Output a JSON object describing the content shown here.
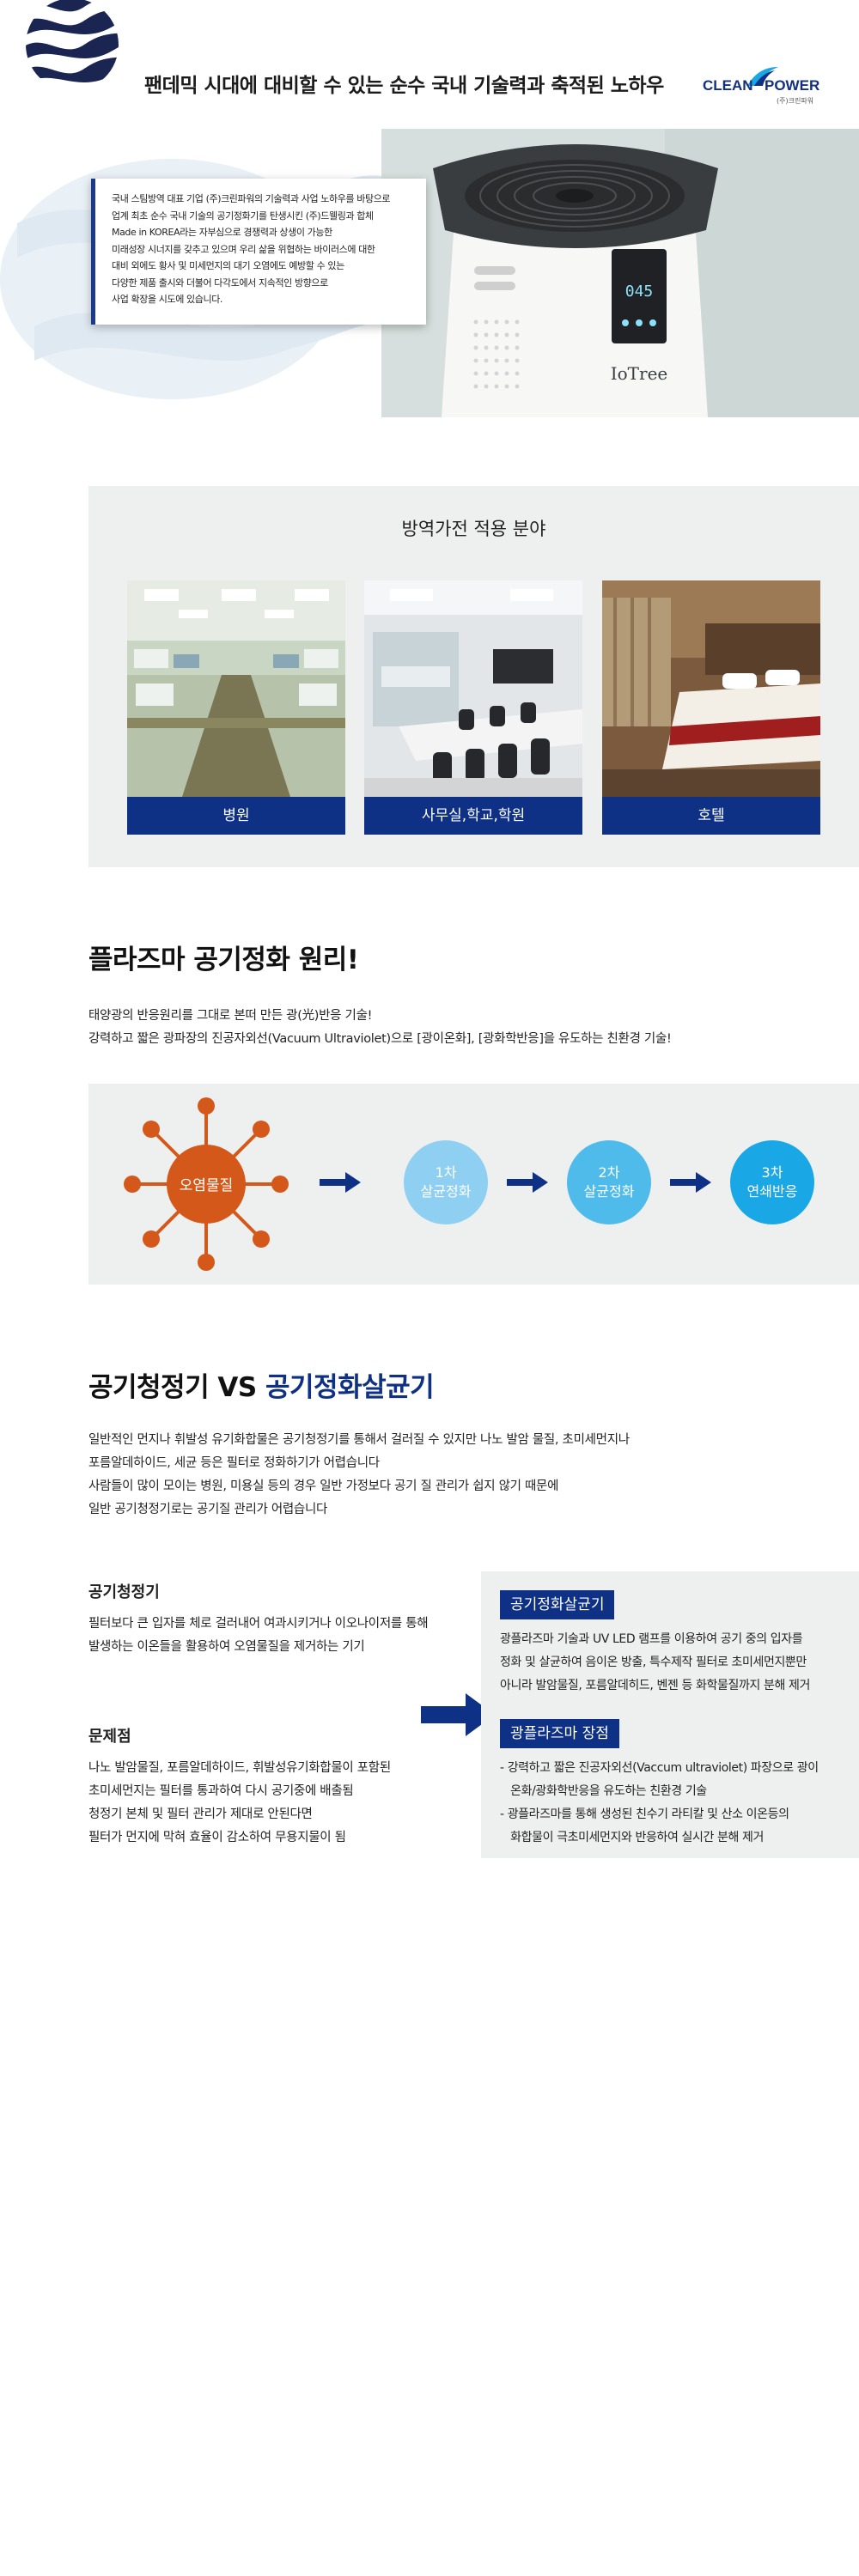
{
  "header": {
    "headline": "팬데믹 시대에 대비할 수 있는 순수 국내 기술력과 축적된 노하우",
    "brand_clean": "CLEAN",
    "brand_power": "POWER",
    "brand_sub": "(주)크린파워"
  },
  "intro": {
    "lines": [
      "국내 스팀방역 대표 기업 (주)크린파워의 기술력과 사업 노하우를 바탕으로",
      "업계 최초 순수 국내 기술의 공기정화기를 탄생시킨 (주)드웰링과 합체",
      "Made in KOREA라는 자부심으로 경쟁력과 상생이 가능한",
      "미래성장 시너지를 갖추고 있으며 우리 삶을 위협하는 바이러스에 대한",
      "대비 외에도 황사 및 미세먼지의 대기 오염에도 예방할 수 있는",
      "다양한 제품 출시와 더불어 다각도에서 지속적인 방향으로",
      "사업 확장을 시도에 있습니다."
    ],
    "device_display": "045",
    "device_brand": "IoTree"
  },
  "applications": {
    "title": "방역가전 적용 분야",
    "items": [
      {
        "label": "병원"
      },
      {
        "label": "사무실,학교,학원"
      },
      {
        "label": "호텔"
      }
    ]
  },
  "plasma": {
    "title": "플라즈마 공기정화 원리!",
    "lines": [
      "태양광의 반응원리를 그대로 본떠 만든 광(光)반응 기술!",
      "강력하고 짧은 광파장의 진공자외선(Vacuum Ultraviolet)으로 [광이온화], [광화학반응]을 유도하는 친환경 기술!"
    ],
    "flow": {
      "source": "오염물질",
      "steps": [
        {
          "line1": "1차",
          "line2": "살균정화",
          "color": "#8fd0f2"
        },
        {
          "line1": "2차",
          "line2": "살균정화",
          "color": "#4fbbea"
        },
        {
          "line1": "3차",
          "line2": "연쇄반응",
          "color": "#1aa7e6"
        }
      ],
      "source_color": "#d4581a",
      "arrow_color": "#0f3185"
    }
  },
  "compare": {
    "title_a": "공기청정기 VS ",
    "title_b": "공기정화살균기",
    "title_b_color": "#0f3185",
    "intro_lines": [
      "일반적인 먼지나 휘발성 유기화합물은 공기청정기를 통해서 걸러질 수 있지만 나노 발암 물질, 초미세먼지나",
      "포름알데하이드, 세균 등은 필터로 정화하기가 어렵습니다",
      "사람들이 많이 모이는 병원, 미용실 등의  경우 일반 가정보다 공기 질 관리가 쉽지 않기 때문에",
      "일반 공기청정기로는 공기질 관리가 어렵습니다"
    ],
    "left": {
      "heading1": "공기청정기",
      "lines1": [
        "필터보다 큰 입자를 체로 걸러내어 여과시키거나 이오나이저를 통해",
        "발생하는 이온들을 활용하여 오염물질을 제거하는 기기"
      ],
      "heading2": "문제점",
      "lines2": [
        "나노 발암물질, 포름알데하이드, 휘발성유기화합물이 포함된",
        "초미세먼지는 필터를 통과하여 다시 공기중에 배출됨",
        "청정기 본체 및 필터 관리가 제대로 안된다면",
        "필터가 먼지에 막혀 효율이 감소하여 무용지물이 됨"
      ]
    },
    "right": {
      "tag1": "공기정화살균기",
      "lines1": [
        "광플라즈마 기술과 UV LED 램프를 이용하여 공기 중의 입자를",
        "정화 및 살균하여 음이온 방출, 특수제작 필터로 초미세먼지뿐만",
        "아니라 발암물질, 포름알데히드, 벤젠 등 화학물질까지 분해 제거"
      ],
      "tag2": "광플라즈마 장점",
      "lines2": [
        "- 강력하고 짧은 진공자외선(Vaccum ultraviolet) 파장으로 광이",
        "   온화/광화학반응을 유도하는 친환경 기술",
        "- 광플라즈마를 통해 생성된 친수기 라티칼 및 산소 이온등의",
        "   화합물이 극초미세먼지와 반응하여 실시간 분해 제거"
      ]
    }
  }
}
